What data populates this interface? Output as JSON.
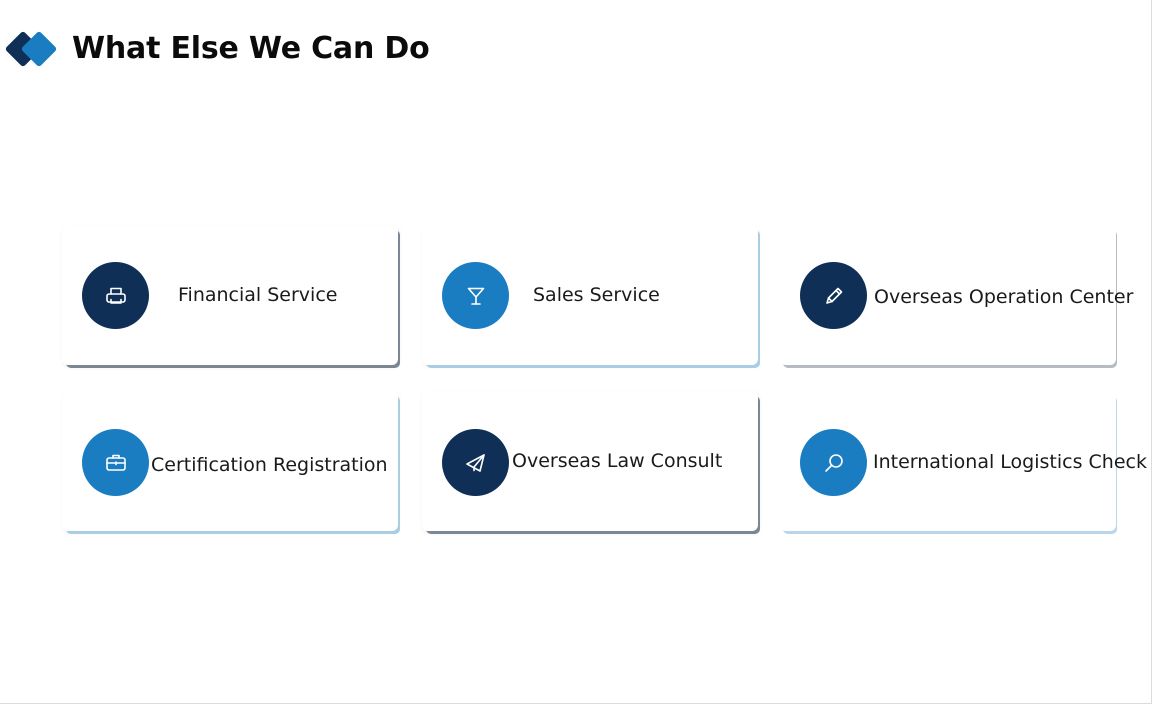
{
  "header": {
    "title": "What Else We Can Do"
  },
  "colors": {
    "navy": "#0f2f57",
    "blue": "#1a7dc2"
  },
  "services": [
    {
      "label": "Financial Service",
      "icon": "printer-icon",
      "color": "navy"
    },
    {
      "label": "Sales Service",
      "icon": "cocktail-glass-icon",
      "color": "blue"
    },
    {
      "label": "Overseas Operation Center",
      "icon": "pencil-icon",
      "color": "navy"
    },
    {
      "label": "Certification Registration",
      "icon": "briefcase-icon",
      "color": "blue"
    },
    {
      "label": "Overseas Law Consult",
      "icon": "paper-plane-icon",
      "color": "navy"
    },
    {
      "label": "International Logistics Check",
      "icon": "magnifier-icon",
      "color": "blue"
    }
  ]
}
